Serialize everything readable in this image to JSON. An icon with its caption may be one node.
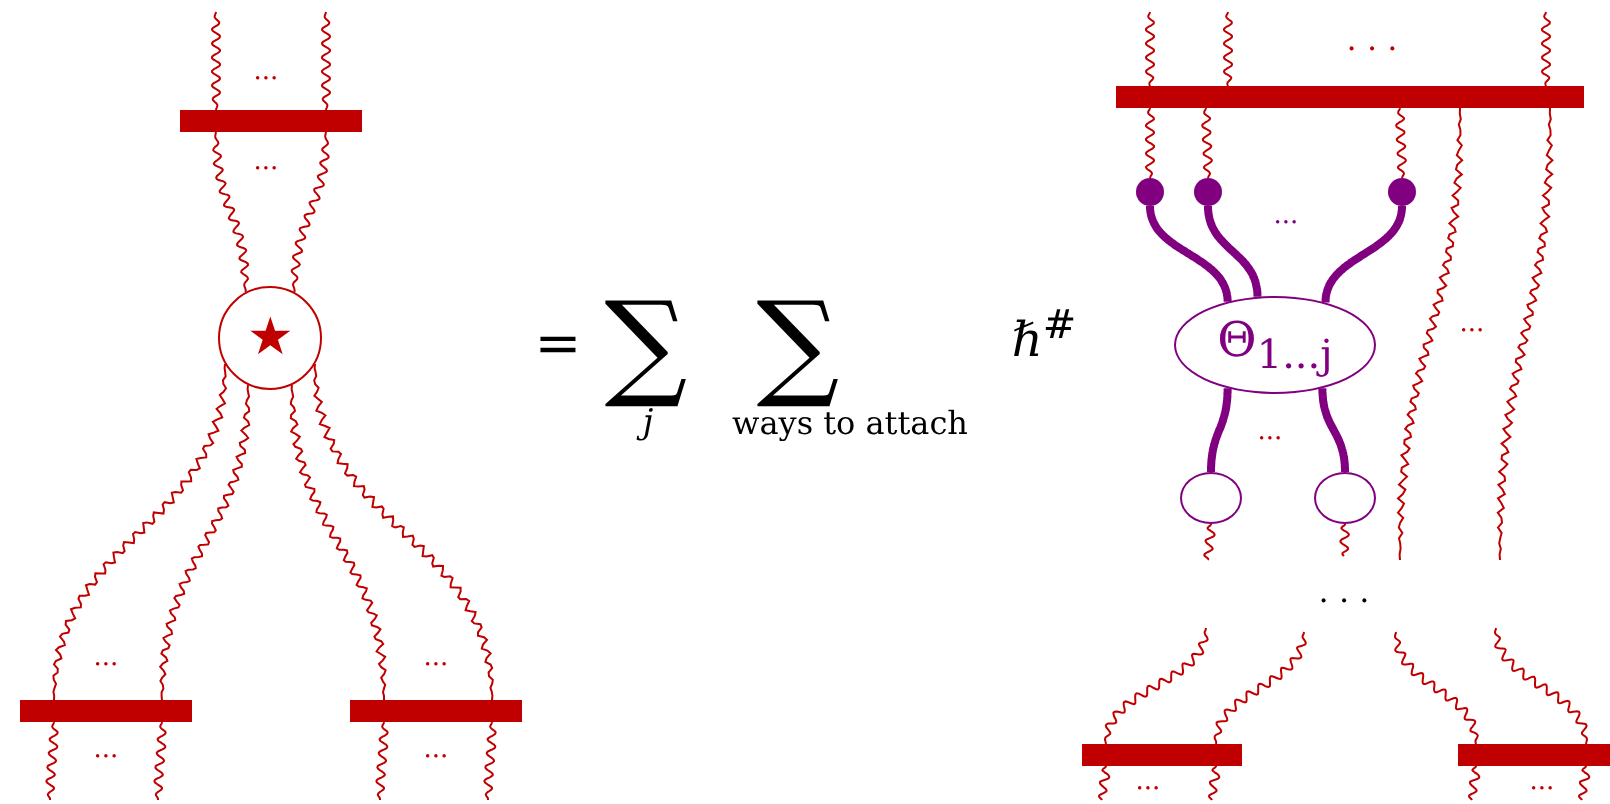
{
  "diagram": {
    "nodes": [
      {
        "text": [],
        "shape": "bar"
      },
      {
        "text": [
          "★"
        ]
      },
      {
        "text": [],
        "shape": "bar"
      },
      {
        "text": [],
        "shape": "bar"
      },
      {
        "text": [],
        "shape": "bar"
      },
      {
        "text": [],
        "shape": "circle"
      },
      {
        "text": [],
        "shape": "circle"
      },
      {
        "text": [],
        "shape": "circle"
      },
      {
        "text": [
          "Θ$_{1...j}$"
        ]
      },
      {
        "text": [],
        "shape": "circle"
      },
      {
        "text": [],
        "shape": "circle"
      },
      {
        "text": [],
        "shape": "bar"
      },
      {
        "text": [],
        "shape": "bar"
      }
    ],
    "edges": [
      {
        "from": null,
        "to": 0,
        "arrow": "none"
      },
      {
        "from": null,
        "to": 0,
        "arrow": "none"
      },
      {
        "from": 0,
        "to": 1,
        "arrow": "none"
      },
      {
        "from": 0,
        "to": 1,
        "arrow": "none"
      },
      {
        "from": 1,
        "to": 2,
        "arrow": "none"
      },
      {
        "from": 1,
        "to": 2,
        "arrow": "none"
      },
      {
        "from": 1,
        "to": 3,
        "arrow": "none"
      },
      {
        "from": 1,
        "to": 3,
        "arrow": "none"
      },
      {
        "from": 2,
        "to": null,
        "arrow": "none"
      },
      {
        "from": 2,
        "to": null,
        "arrow": "none"
      },
      {
        "from": 3,
        "to": null,
        "arrow": "none"
      },
      {
        "from": 3,
        "to": null,
        "arrow": "none"
      },
      {
        "from": null,
        "to": 4,
        "arrow": "none"
      },
      {
        "from": null,
        "to": 4,
        "arrow": "none"
      },
      {
        "from": null,
        "to": 4,
        "arrow": "none"
      },
      {
        "from": 4,
        "to": 5,
        "arrow": "none"
      },
      {
        "from": 4,
        "to": 6,
        "arrow": "none"
      },
      {
        "from": 4,
        "to": 7,
        "arrow": "none"
      },
      {
        "from": 5,
        "to": 8,
        "arrow": "none",
        "style": "thick",
        "color": "#800080"
      },
      {
        "from": 6,
        "to": 8,
        "arrow": "none",
        "style": "thick",
        "color": "#800080"
      },
      {
        "from": 7,
        "to": 8,
        "arrow": "none",
        "style": "thick",
        "color": "#800080"
      },
      {
        "from": 8,
        "to": 9,
        "arrow": "none",
        "style": "thick",
        "color": "#800080"
      },
      {
        "from": 8,
        "to": 10,
        "arrow": "none",
        "style": "thick",
        "color": "#800080"
      },
      {
        "from": 9,
        "to": null,
        "arrow": "none"
      },
      {
        "from": 10,
        "to": null,
        "arrow": "none"
      },
      {
        "from": 4,
        "to": null,
        "arrow": "none"
      },
      {
        "from": 4,
        "to": null,
        "arrow": "none"
      },
      {
        "from": null,
        "to": 11,
        "arrow": "none"
      },
      {
        "from": null,
        "to": 11,
        "arrow": "none"
      },
      {
        "from": null,
        "to": 12,
        "arrow": "none"
      },
      {
        "from": null,
        "to": 12,
        "arrow": "none"
      },
      {
        "from": 11,
        "to": null,
        "arrow": "none"
      },
      {
        "from": 11,
        "to": null,
        "arrow": "none"
      },
      {
        "from": 12,
        "to": null,
        "arrow": "none"
      },
      {
        "from": 12,
        "to": null,
        "arrow": "none"
      }
    ],
    "labels": [
      "...",
      "...",
      "...",
      "...",
      "...",
      "...",
      "=",
      "∑",
      "j",
      "∑",
      "ways to attach",
      "ℏ$^{#}$",
      ". . .",
      "...",
      "...",
      "...",
      ". . .",
      "...",
      "..."
    ]
  }
}
